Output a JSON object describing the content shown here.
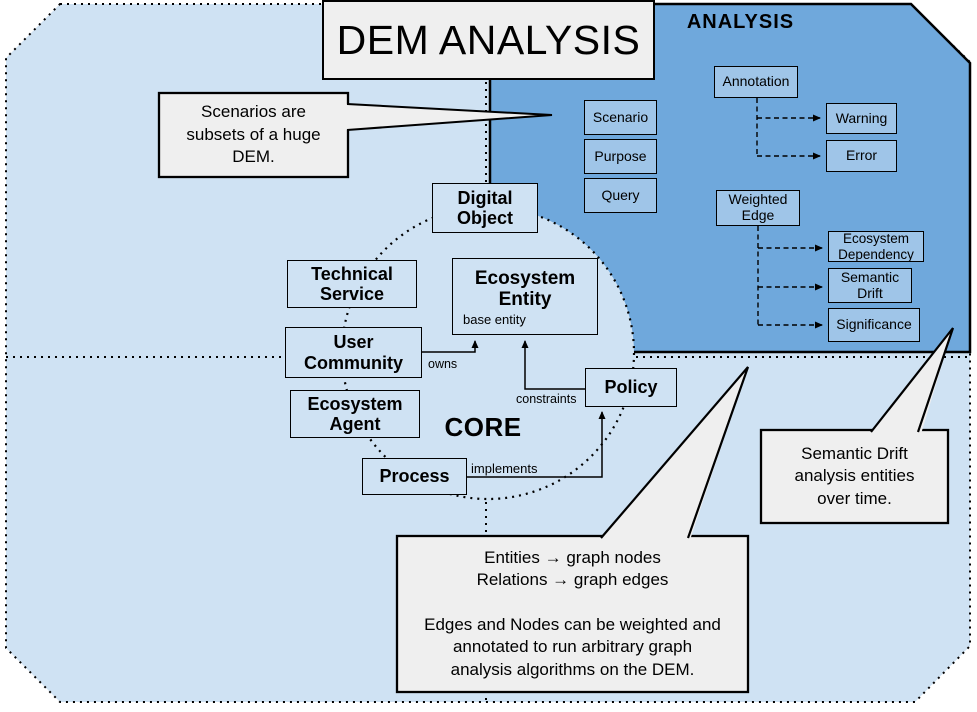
{
  "title": {
    "label": "DEM ANALYSIS"
  },
  "regions": {
    "analysis": {
      "label": "ANALYSIS"
    },
    "core": {
      "label": "CORE"
    }
  },
  "colors": {
    "canvas_light_blue": "#cfe2f3",
    "analysis_dark_blue": "#6fa8dc",
    "analysis_box_blue": "#9fc5e8",
    "core_box_blue": "#cfe2f3",
    "callout_gray": "#efefef",
    "border_black": "#000000"
  },
  "core_boxes": [
    {
      "id": "digital-object",
      "label": "Digital Object"
    },
    {
      "id": "technical-service",
      "label": "Technical Service"
    },
    {
      "id": "user-community",
      "label": "User Community"
    },
    {
      "id": "ecosystem-agent",
      "label": "Ecosystem Agent"
    },
    {
      "id": "process",
      "label": "Process"
    },
    {
      "id": "policy",
      "label": "Policy"
    },
    {
      "id": "ecosystem-entity",
      "label": "Ecosystem Entity",
      "sublabel": "base entity"
    }
  ],
  "analysis_boxes": [
    {
      "id": "scenario",
      "label": "Scenario"
    },
    {
      "id": "purpose",
      "label": "Purpose"
    },
    {
      "id": "query",
      "label": "Query"
    },
    {
      "id": "annotation",
      "label": "Annotation"
    },
    {
      "id": "warning",
      "label": "Warning"
    },
    {
      "id": "error",
      "label": "Error"
    },
    {
      "id": "weighted-edge",
      "label": "Weighted Edge"
    },
    {
      "id": "ecosystem-dependency",
      "label": "Ecosystem Dependency"
    },
    {
      "id": "semantic-drift",
      "label": "Semantic Drift"
    },
    {
      "id": "significance",
      "label": "Significance"
    }
  ],
  "relation_labels": {
    "owns": "owns",
    "constraints": "constraints",
    "implements": "implements"
  },
  "callouts": {
    "scenarios": {
      "text": "Scenarios are\nsubsets of a huge\nDEM."
    },
    "semantic_drift": {
      "text": "Semantic Drift\nanalysis entities\nover time."
    },
    "graph": {
      "text": "Entities → graph nodes\nRelations → graph edges\n\nEdges and Nodes can be weighted and\nannotated to run arbitrary graph\nanalysis algorithms on the DEM."
    }
  }
}
